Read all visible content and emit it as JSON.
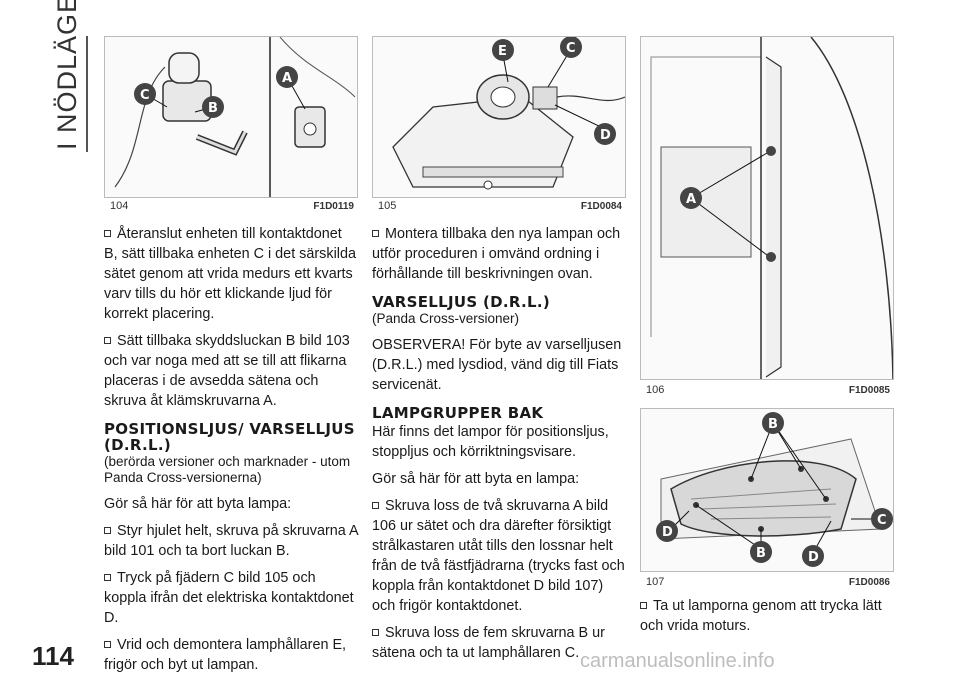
{
  "sidebar": {
    "section_title": "I NÖDLÄGE"
  },
  "page": {
    "number": "114",
    "watermark": "carmanualsonline.info"
  },
  "figures": [
    {
      "number": "104",
      "code": "F1D0119",
      "labels": [
        "C",
        "B",
        "A"
      ]
    },
    {
      "number": "105",
      "code": "F1D0084",
      "labels": [
        "E",
        "C",
        "D"
      ]
    },
    {
      "number": "106",
      "code": "F1D0085",
      "labels": [
        "A"
      ]
    },
    {
      "number": "107",
      "code": "F1D0086",
      "labels": [
        "B",
        "D",
        "C",
        "B",
        "D"
      ]
    }
  ],
  "column1": {
    "p1": "Återanslut enheten till kontaktdonet B, sätt tillbaka enheten C i det särskilda sätet genom att vrida medurs ett kvarts varv tills du hör ett klickande ljud för korrekt placering.",
    "p2": "Sätt tillbaka skyddsluckan B bild 103 och var noga med att se till att flikarna placeras i de avsedda sätena och skruva åt klämskruvarna A.",
    "heading1": "POSITIONSLJUS/ VARSELLJUS (D.R.L.)",
    "sub1": "(berörda versioner och marknader - utom Panda Cross-versionerna)",
    "p3": "Gör så här för att byta lampa:",
    "p4": "Styr hjulet helt, skruva på skruvarna A bild 101 och ta bort luckan B.",
    "p5": "Tryck på fjädern C bild 105 och koppla ifrån det elektriska kontaktdonet D.",
    "p6": "Vrid och demontera lamphållaren E, frigör och byt ut lampan."
  },
  "column2": {
    "p1": "Montera tillbaka den nya lampan och utför proceduren i omvänd ordning i förhållande till beskrivningen ovan.",
    "heading1": "VARSELLJUS (D.R.L.)",
    "sub1": "(Panda Cross-versioner)",
    "p2": "OBSERVERA! För byte av varselljusen (D.R.L.) med lysdiod, vänd dig till Fiats servicenät.",
    "heading2": "LAMPGRUPPER BAK",
    "p3": "Här finns det lampor för positionsljus, stoppljus och körriktningsvisare.",
    "p4": "Gör så här för att byta en lampa:",
    "p5": "Skruva loss de två skruvarna A bild 106 ur sätet och dra därefter försiktigt strålkastaren utåt tills den lossnar helt från de två fästfjädrarna (trycks fast och koppla från kontaktdonet D bild 107) och frigör kontaktdonet.",
    "p6": "Skruva loss de fem skruvarna B ur sätena och ta ut lamphållaren C."
  },
  "column3": {
    "p1": "Ta ut lamporna genom att trycka lätt och vrida moturs."
  }
}
